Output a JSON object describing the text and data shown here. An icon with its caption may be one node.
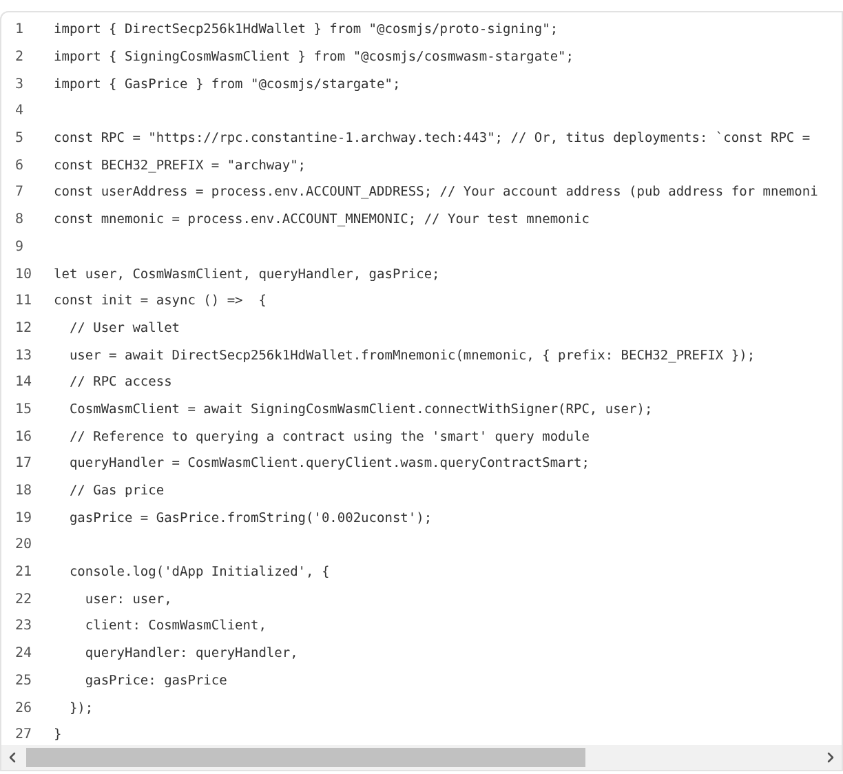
{
  "diagram": {
    "labels": [
      "1",
      "import { DirectSecp256k1HdWallet } from \"@cosmjs/proto-signing\";",
      "2",
      "import { SigningCosmWasmClient } from \"@cosmjs/cosmwasm-stargate\";",
      "3",
      "import { GasPrice } from \"@cosmjs/stargate\";",
      "4",
      "5",
      "const RPC = \"https://rpc.constantine-1.archway.tech:443\"; // Or, titus deployments: `const RPC =",
      "6",
      "const BECH32_PREFIX = \"archway\";",
      "7",
      "const userAddress = process.env.ACCOUNT_ADDRESS; // Your account address (pub address for mnemoni",
      "8",
      "const mnemonic = process.env.ACCOUNT_MNEMONIC; // Your test mnemonic",
      "9",
      "10",
      "let user, CosmWasmClient, queryHandler, gasPrice;",
      "11",
      "const init = async () =>  {",
      "12",
      "  // User wallet",
      "13",
      "  user = await DirectSecp256k1HdWallet.fromMnemonic(mnemonic, { prefix: BECH32_PREFIX });",
      "14",
      "  // RPC access",
      "15",
      "  CosmWasmClient = await SigningCosmWasmClient.connectWithSigner(RPC, user);",
      "16",
      "  // Reference to querying a contract using the 'smart' query module",
      "17",
      "  queryHandler = CosmWasmClient.queryClient.wasm.queryContractSmart;",
      "18",
      "  // Gas price",
      "19",
      "  gasPrice = GasPrice.fromString('0.002uconst');",
      "20",
      "21",
      "  console.log('dApp Initialized', {",
      "22",
      "    user: user,",
      "23",
      "    client: CosmWasmClient,",
      "24",
      "    queryHandler: queryHandler,",
      "25",
      "    gasPrice: gasPrice",
      "26",
      "  });",
      "27",
      "}"
    ]
  }
}
